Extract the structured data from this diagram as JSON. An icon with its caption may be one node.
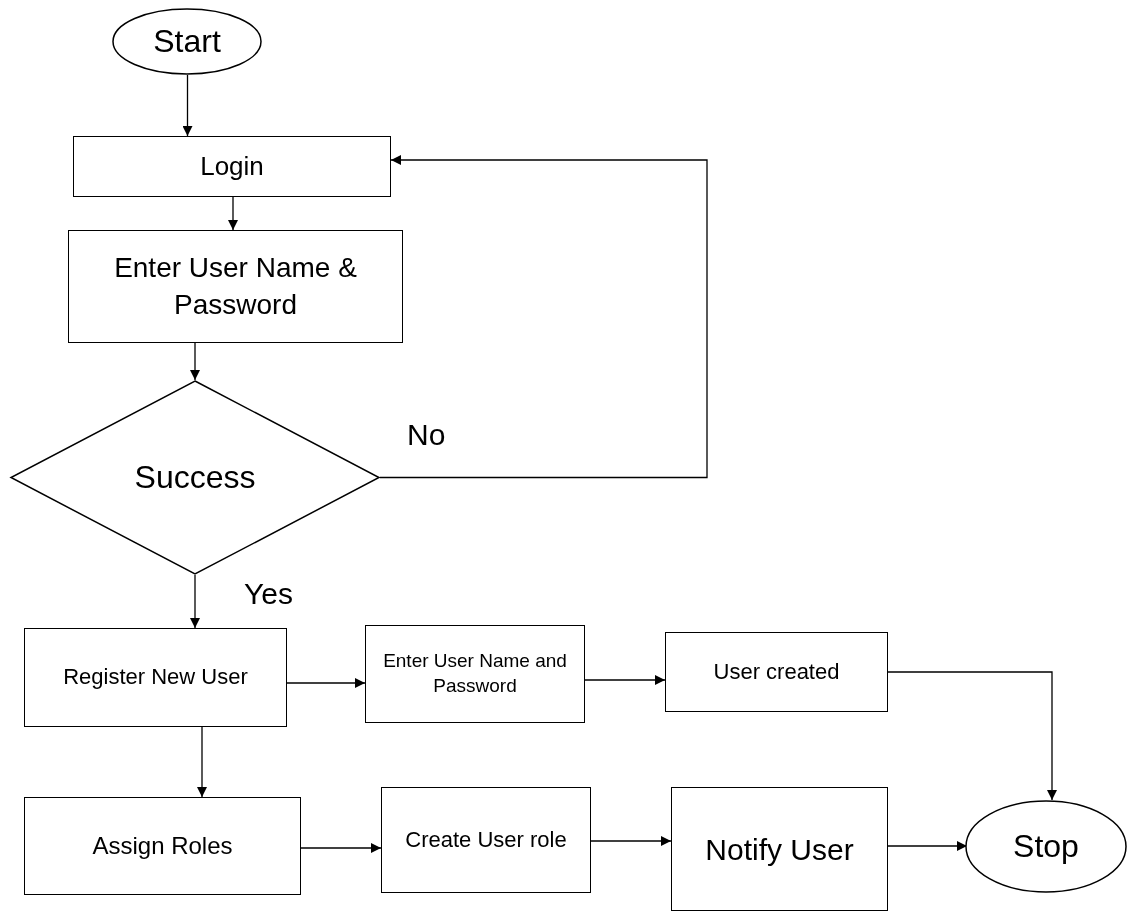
{
  "diagram": {
    "nodes": [
      {
        "text": [
          "Start"
        ]
      },
      {
        "text": [
          "Login"
        ]
      },
      {
        "text": [
          "Enter User Name & Password"
        ]
      },
      {
        "text": [
          "Success"
        ]
      },
      {
        "text": [
          "Register New User"
        ]
      },
      {
        "text": [
          "Enter User Name and Password"
        ]
      },
      {
        "text": [
          "User created"
        ]
      },
      {
        "text": [
          "Assign Roles"
        ]
      },
      {
        "text": [
          "Create User role"
        ]
      },
      {
        "text": [
          "Notify User"
        ]
      },
      {
        "text": [
          "Stop"
        ]
      }
    ],
    "edges": [
      {
        "from": 0,
        "to": 1,
        "arrow": "to"
      },
      {
        "from": 1,
        "to": 2,
        "arrow": "to"
      },
      {
        "from": 2,
        "to": 3,
        "arrow": "to"
      },
      {
        "from": 3,
        "to": 1,
        "arrow": "to",
        "label": "No"
      },
      {
        "from": 3,
        "to": 4,
        "arrow": "to",
        "label": "Yes"
      },
      {
        "from": 4,
        "to": 5,
        "arrow": "to"
      },
      {
        "from": 5,
        "to": 6,
        "arrow": "to"
      },
      {
        "from": 6,
        "to": 10,
        "arrow": "to"
      },
      {
        "from": 4,
        "to": 7,
        "arrow": "to"
      },
      {
        "from": 7,
        "to": 8,
        "arrow": "to"
      },
      {
        "from": 8,
        "to": 9,
        "arrow": "to"
      },
      {
        "from": 9,
        "to": 10,
        "arrow": "to"
      }
    ]
  }
}
